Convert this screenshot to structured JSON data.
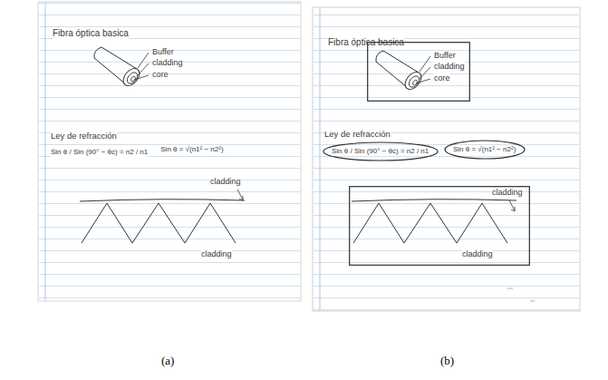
{
  "diagram": {
    "nodes": [
      {
        "text": [
          "Buffer",
          "cladding",
          "core"
        ]
      },
      {
        "text": [
          "Sin θ / Sin (90° − θc) = n2 / n1"
        ]
      },
      {
        "text": [
          "Sin θ = √(n1² − n2²)"
        ]
      },
      {
        "text": [
          "cladding",
          "cladding"
        ]
      }
    ],
    "labels": [
      "Fibra óptica basica",
      "Buffer",
      "cladding",
      "core",
      "Ley de refracción",
      "Sin θ / Sin (90° − θc) = n2 / n1",
      "Sin θ = √(n1² − n2²)",
      "cladding",
      "cladding",
      "Fibra óptica basica",
      "Ley de refracción",
      "(a)",
      "(b)"
    ]
  }
}
